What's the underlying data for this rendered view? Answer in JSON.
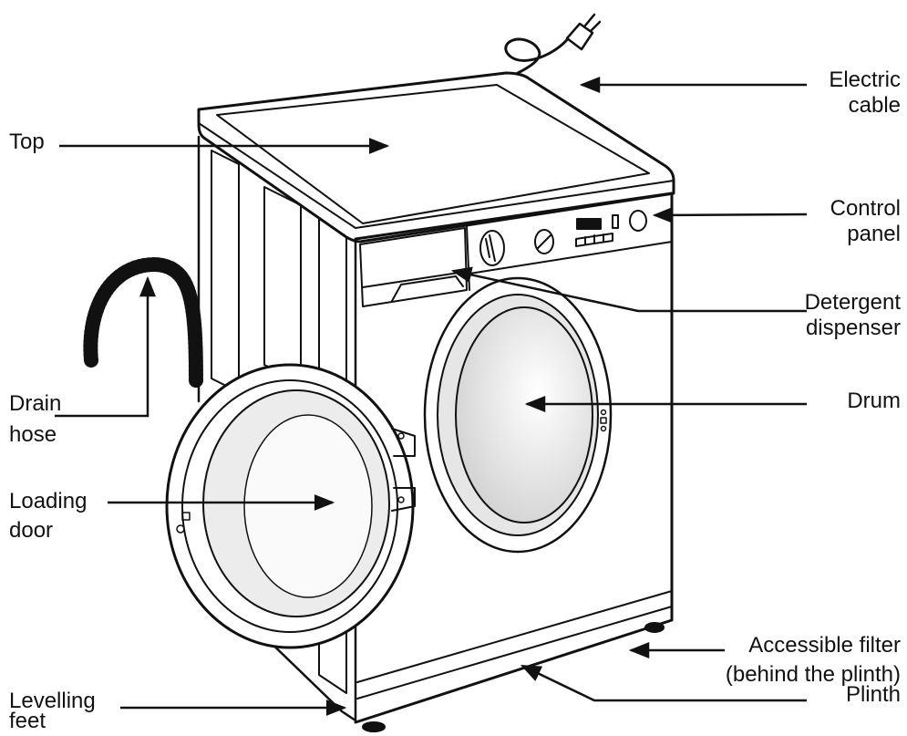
{
  "labels": {
    "electric_cable": [
      "Electric",
      "cable"
    ],
    "top": [
      "Top"
    ],
    "control_panel": [
      "Control",
      "panel"
    ],
    "detergent_dispenser": [
      "Detergent",
      "dispenser"
    ],
    "drum": [
      "Drum"
    ],
    "drain_hose": [
      "Drain",
      "hose"
    ],
    "loading_door": [
      "Loading",
      "door"
    ],
    "accessible_filter": [
      "Accessible filter",
      "(behind the plinth)"
    ],
    "plinth": [
      "Plinth"
    ],
    "levelling_feet": [
      "Levelling",
      "feet"
    ]
  },
  "colors": {
    "line": "#111111",
    "background": "#ffffff"
  }
}
